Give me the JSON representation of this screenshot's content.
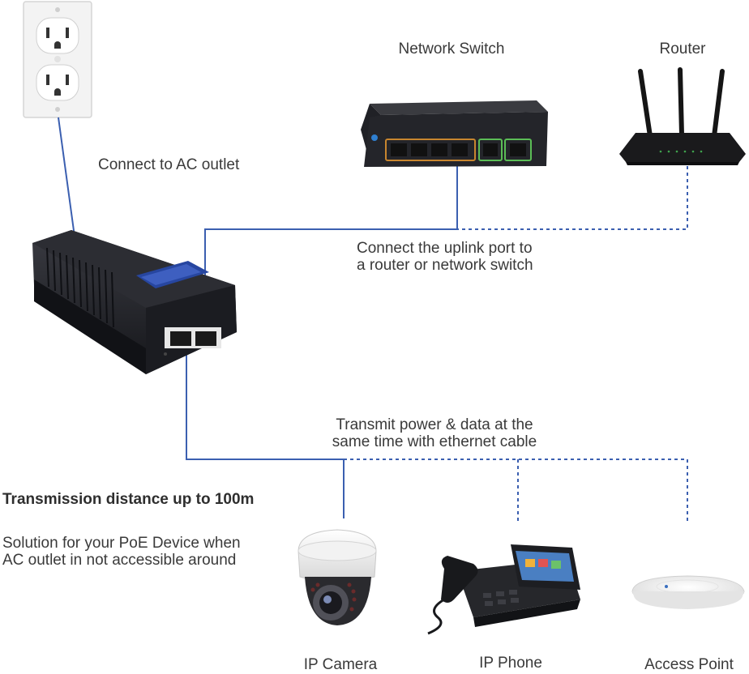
{
  "labels": {
    "network_switch": "Network Switch",
    "router": "Router",
    "ac_outlet": "Connect to AC outlet",
    "uplink_line1": "Connect the uplink port to",
    "uplink_line2": "a router or network switch",
    "transmit_line1": "Transmit power & data at the",
    "transmit_line2": "same time with ethernet cable",
    "distance": "Transmission distance up to 100m",
    "solution_line1": "Solution for your PoE Device when",
    "solution_line2": "AC outlet in not accessible around",
    "ip_camera": "IP Camera",
    "ip_phone": "IP Phone",
    "access_point": "Access Point"
  },
  "colors": {
    "cable": "#3b5fb0",
    "device_dark": "#1e1f24",
    "text": "#3a3a3a"
  }
}
